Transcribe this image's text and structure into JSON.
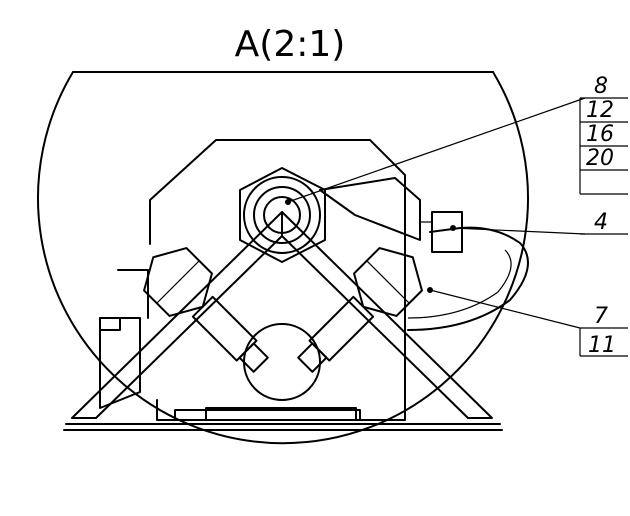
{
  "title": "A(2:1)",
  "callouts": {
    "group1": [
      "8",
      "12",
      "16",
      "20"
    ],
    "single": "4",
    "group2": [
      "7",
      "11"
    ]
  }
}
